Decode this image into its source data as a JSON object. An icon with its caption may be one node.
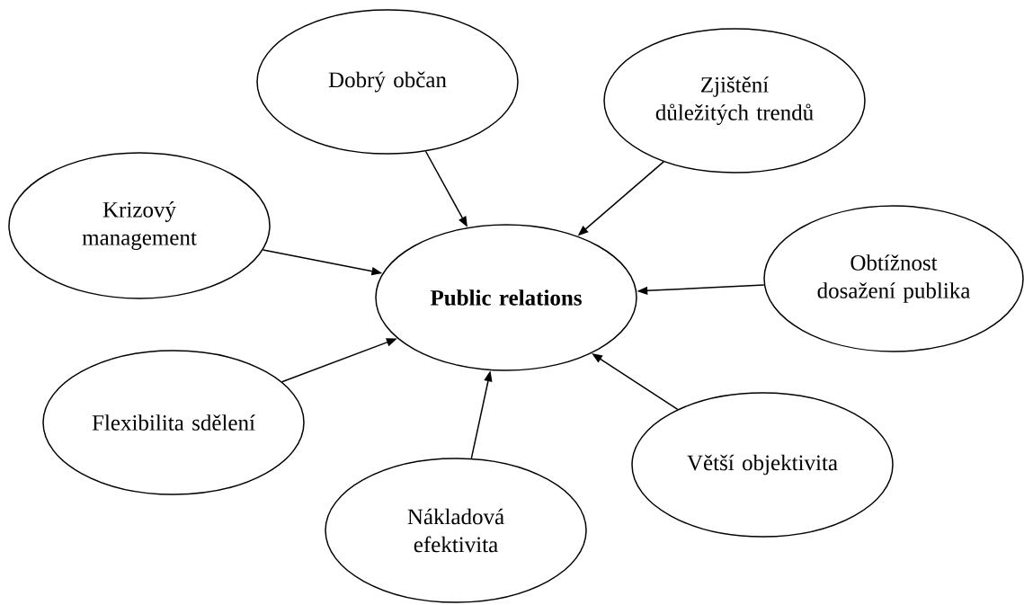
{
  "diagram": {
    "nodes": [
      {
        "text": [
          "Dobrý občan"
        ]
      },
      {
        "text": [
          "Zjištění důležitých trendů"
        ]
      },
      {
        "text": [
          "Krizový management"
        ]
      },
      {
        "text": [
          "Public relations"
        ]
      },
      {
        "text": [
          "Obtížnost dosažení publika"
        ]
      },
      {
        "text": [
          "Flexibilita sdělení"
        ]
      },
      {
        "text": [
          "Větší objektivita"
        ]
      },
      {
        "text": [
          "Nákladová efektivita"
        ]
      }
    ],
    "edges": [
      {
        "from": 0,
        "to": 3,
        "arrow": "to"
      },
      {
        "from": 1,
        "to": 3,
        "arrow": "to"
      },
      {
        "from": 2,
        "to": 3,
        "arrow": "to"
      },
      {
        "from": 4,
        "to": 3,
        "arrow": "to"
      },
      {
        "from": 5,
        "to": 3,
        "arrow": "to"
      },
      {
        "from": 6,
        "to": 3,
        "arrow": "to"
      },
      {
        "from": 7,
        "to": 3,
        "arrow": "to"
      }
    ]
  }
}
